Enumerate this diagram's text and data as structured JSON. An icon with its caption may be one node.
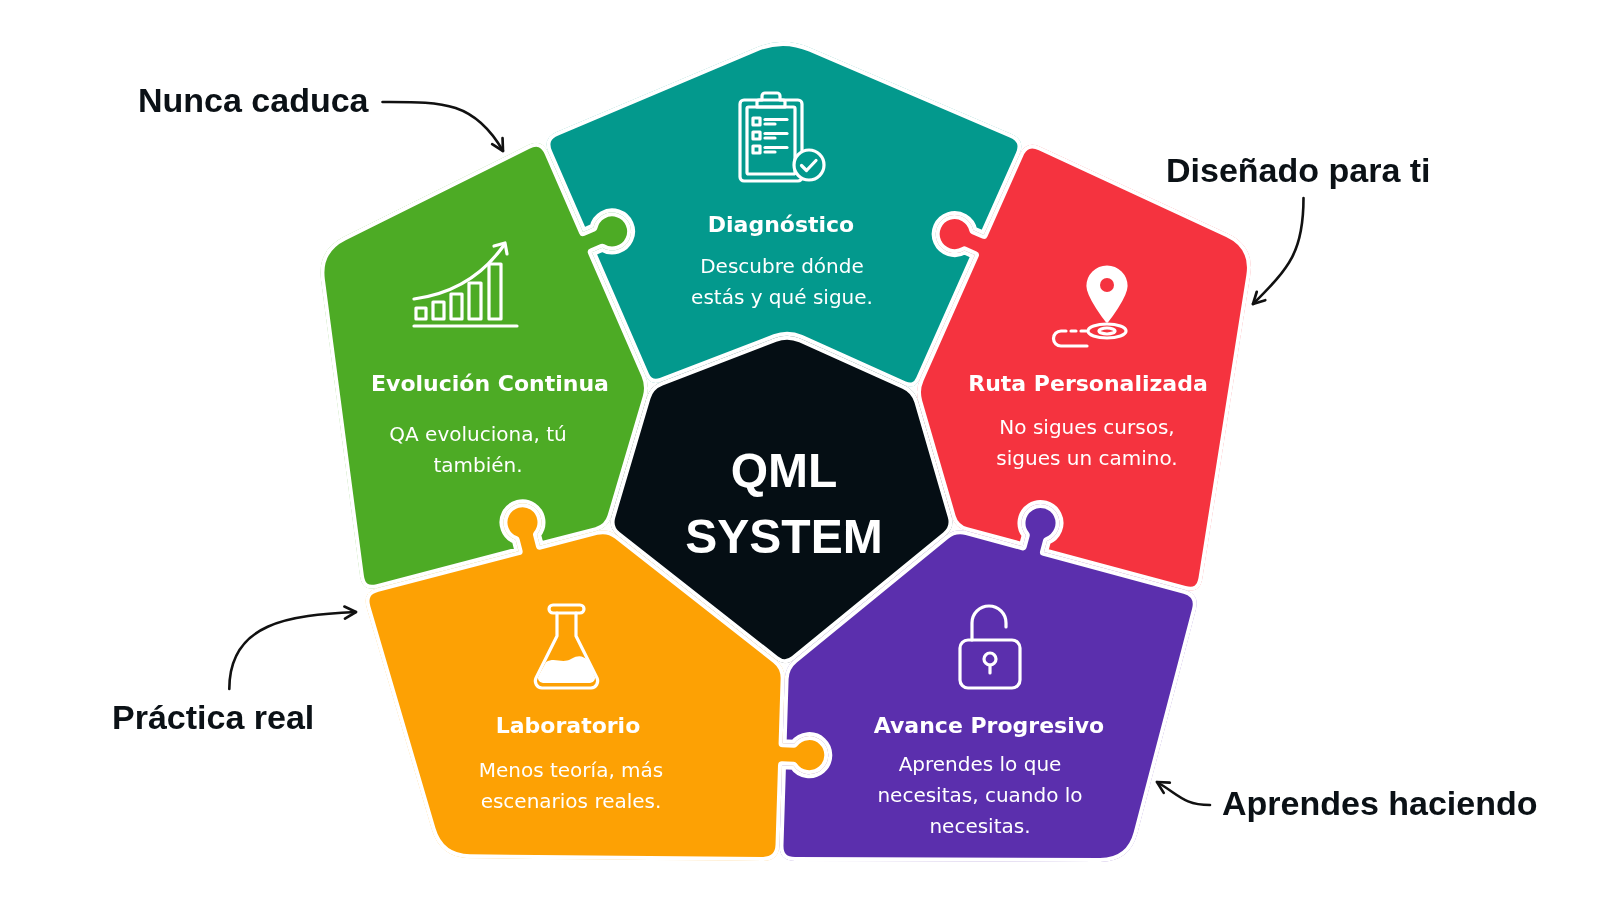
{
  "diagram": {
    "nodes": [
      {
        "text": [
          "Diagnóstico",
          "Descubre dónde estás y qué sigue."
        ]
      },
      {
        "text": [
          "Evolución Continua",
          "QA evoluciona, tú también."
        ]
      },
      {
        "text": [
          "Ruta Personalizada",
          "No sigues cursos, sigues un camino."
        ]
      },
      {
        "text": [
          "QML SYSTEM"
        ]
      },
      {
        "text": [
          "Laboratorio",
          "Menos teoría, más escenarios reales."
        ]
      },
      {
        "text": [
          "Avance Progresivo",
          "Aprendes lo que necesitas, cuando lo necesitas."
        ]
      },
      {
        "text": [
          "Nunca caduca"
        ]
      },
      {
        "text": [
          "Diseñado para ti"
        ]
      },
      {
        "text": [
          "Práctica real"
        ]
      },
      {
        "text": [
          "Aprendes haciendo"
        ]
      }
    ],
    "edges": [
      {
        "from": 6,
        "to": 1,
        "arrow": "to"
      },
      {
        "from": 7,
        "to": 2,
        "arrow": "to"
      },
      {
        "from": 8,
        "to": 4,
        "arrow": "to"
      },
      {
        "from": 9,
        "to": 5,
        "arrow": "to"
      }
    ]
  }
}
